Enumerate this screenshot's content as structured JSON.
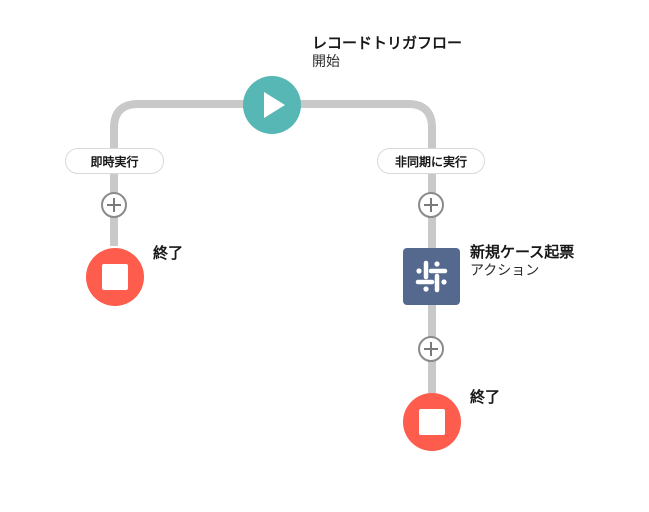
{
  "flow": {
    "start": {
      "title": "レコードトリガフロー",
      "subtitle": "開始",
      "icon": "play-icon"
    },
    "branches": {
      "immediate": {
        "label": "即時実行"
      },
      "async": {
        "label": "非同期に実行"
      }
    },
    "immediate_end": {
      "label": "終了",
      "icon": "stop-icon"
    },
    "action": {
      "title": "新規ケース起票",
      "subtitle": "アクション",
      "icon": "slack-icon"
    },
    "async_end": {
      "label": "終了",
      "icon": "stop-icon"
    },
    "add_icon": "plus-icon"
  },
  "colors": {
    "start": "#56b7b4",
    "end": "#fe5c4c",
    "action": "#54698d",
    "connector": "#c9c9c9"
  }
}
